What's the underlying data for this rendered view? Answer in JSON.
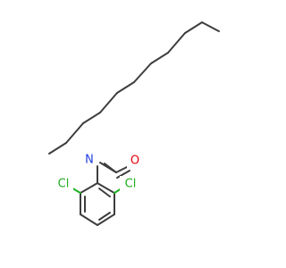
{
  "molecule": {
    "atoms": {
      "nitrogen": "N",
      "oxygen": "O",
      "chlorine_left": "Cl",
      "chlorine_right": "Cl"
    },
    "colors": {
      "bond": "#3d3d3d",
      "chlorine": "#1fae1f",
      "oxygen": "#e8000b",
      "nitrogen": "#1f3fe0",
      "background": "#ffffff"
    }
  }
}
